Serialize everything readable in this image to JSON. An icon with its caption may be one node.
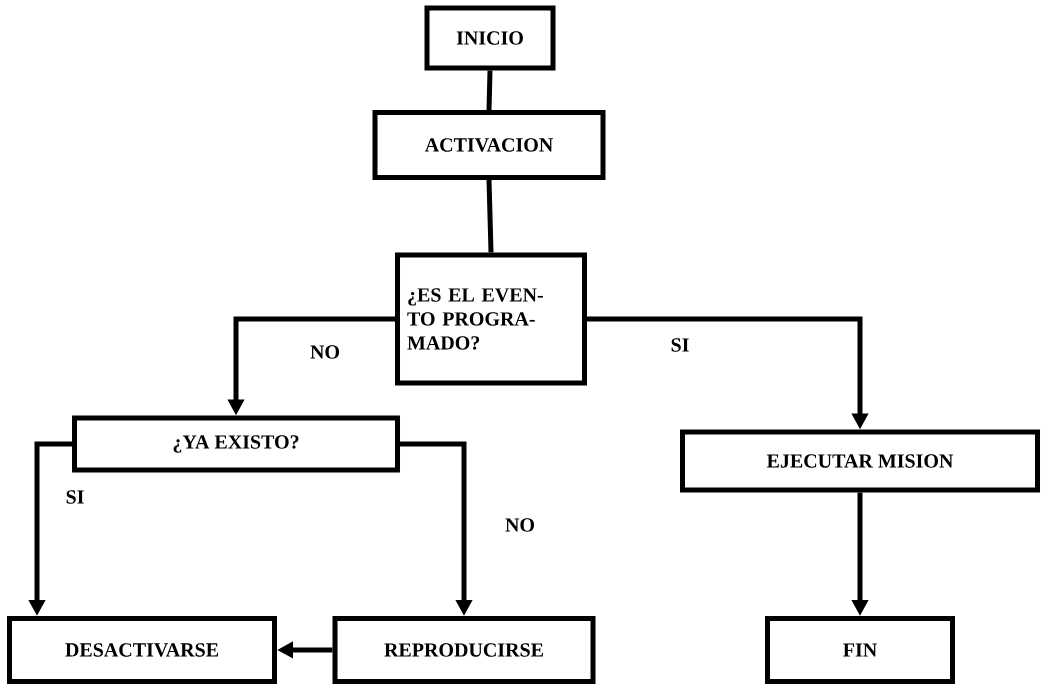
{
  "diagram": {
    "nodes": [
      {
        "text": [
          "INICIO"
        ]
      },
      {
        "text": [
          "ACTIVACION"
        ]
      },
      {
        "text": [
          "¿ES EL EVEN- TO PROGRA- MADO?"
        ]
      },
      {
        "text": [
          "¿YA EXISTO?"
        ]
      },
      {
        "text": [
          "EJECUTAR MISION"
        ]
      },
      {
        "text": [
          "DESACTIVARSE"
        ]
      },
      {
        "text": [
          "REPRODUCIRSE"
        ]
      },
      {
        "text": [
          "FIN"
        ]
      }
    ],
    "edges": [
      {
        "from": 0,
        "to": 1,
        "arrow": "none"
      },
      {
        "from": 1,
        "to": 2,
        "arrow": "none"
      },
      {
        "from": 2,
        "to": 3,
        "arrow": "to",
        "label": "NO"
      },
      {
        "from": 2,
        "to": 4,
        "arrow": "to",
        "label": "SI"
      },
      {
        "from": 3,
        "to": 5,
        "arrow": "to",
        "label": "SI"
      },
      {
        "from": 3,
        "to": 6,
        "arrow": "to",
        "label": "NO"
      },
      {
        "from": 6,
        "to": 5,
        "arrow": "to"
      },
      {
        "from": 4,
        "to": 7,
        "arrow": "to"
      }
    ]
  }
}
